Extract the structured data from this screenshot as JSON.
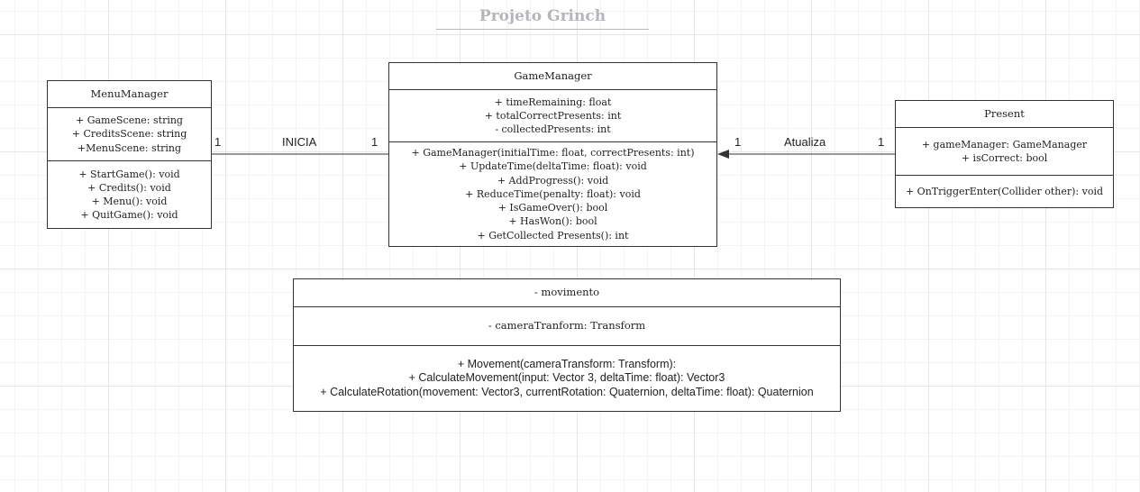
{
  "diagram_title": "Projeto Grinch",
  "classes": {
    "menu_manager": {
      "name": "MenuManager",
      "attributes": [
        "+ GameScene: string",
        "+ CreditsScene: string",
        "+MenuScene: string"
      ],
      "methods": [
        "+ StartGame(): void",
        "+ Credits(): void",
        "+ Menu(): void",
        "+ QuitGame(): void"
      ]
    },
    "game_manager": {
      "name": "GameManager",
      "attributes": [
        "+ timeRemaining: float",
        "+ totalCorrectPresents: int",
        "- collectedPresents: int"
      ],
      "methods": [
        "+ GameManager(initialTime: float, correctPresents: int)",
        "+ UpdateTime(deltaTime: float): void",
        "+ AddProgress(): void",
        "+ ReduceTime(penalty: float): void",
        "+ IsGameOver(): bool",
        "+ HasWon(): bool",
        "+ GetCollected Presents(): int"
      ]
    },
    "present": {
      "name": "Present",
      "attributes": [
        "+ gameManager: GameManager",
        "+ isCorrect: bool"
      ],
      "methods": [
        "+ OnTriggerEnter(Collider other): void"
      ]
    },
    "movimento": {
      "name": "- movimento",
      "attributes": [
        "- cameraTranform: Transform"
      ],
      "methods": [
        "+ Movement(cameraTransform: Transform):",
        "+ CalculateMovement(input: Vector 3, deltaTime: float): Vector3",
        "+ CalculateRotation(movement: Vector3, currentRotation: Quaternion, deltaTime: float): Quaternion"
      ]
    }
  },
  "associations": {
    "inicia": {
      "label": "INICIA",
      "mult_left": "1",
      "mult_right": "1"
    },
    "atualiza": {
      "label": "Atualiza",
      "mult_left": "1",
      "mult_right": "1"
    }
  }
}
